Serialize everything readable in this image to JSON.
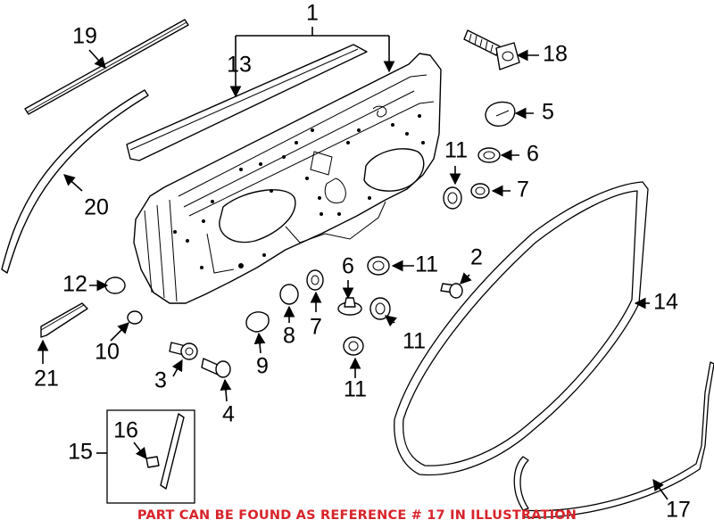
{
  "labels": {
    "l1": "1",
    "l2": "2",
    "l3": "3",
    "l4": "4",
    "l5": "5",
    "l6a": "6",
    "l6b": "6",
    "l7a": "7",
    "l7b": "7",
    "l8": "8",
    "l9": "9",
    "l10": "10",
    "l11a": "11",
    "l11b": "11",
    "l11c": "11",
    "l11d": "11",
    "l12": "12",
    "l13": "13",
    "l14": "14",
    "l15": "15",
    "l16": "16",
    "l17": "17",
    "l18": "18",
    "l19": "19",
    "l20": "20",
    "l21": "21"
  },
  "note": "PART CAN BE FOUND AS REFERENCE # 17 IN ILLUSTRATION",
  "colors": {
    "note": "#d8232a",
    "line": "#000000",
    "background": "#ffffff"
  }
}
